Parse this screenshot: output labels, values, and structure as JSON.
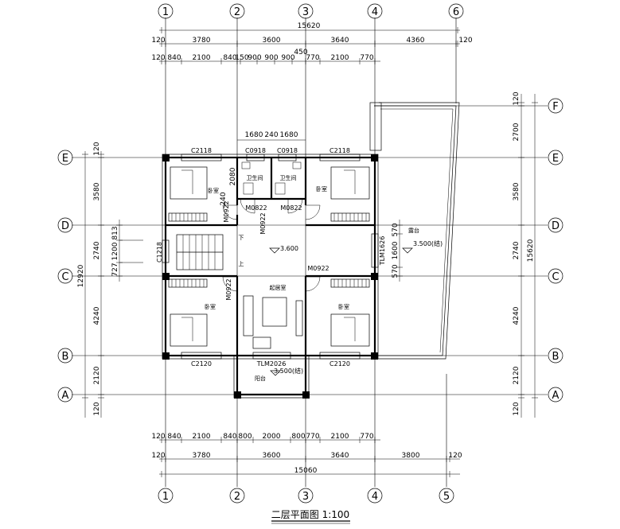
{
  "title": "二层平面图 1:100",
  "axes": {
    "top": [
      "1",
      "2",
      "3",
      "4",
      "6"
    ],
    "bottom": [
      "1",
      "2",
      "3",
      "4",
      "5"
    ],
    "left": [
      "E",
      "D",
      "C",
      "B",
      "A"
    ],
    "right": [
      "F",
      "E",
      "D",
      "C",
      "B",
      "A"
    ]
  },
  "top_dims": {
    "total": "15620",
    "row2": [
      "120",
      "3780",
      "3600",
      "3640",
      "4360",
      "120"
    ],
    "row3": [
      "120",
      "840",
      "2100",
      "840",
      "150",
      "900",
      "900",
      "900",
      "450",
      "770",
      "2100",
      "770"
    ]
  },
  "bottom_dims": {
    "total": "15060",
    "row1": [
      "120",
      "840",
      "2100",
      "840",
      "800",
      "2000",
      "800",
      "770",
      "2100",
      "770"
    ],
    "row2": [
      "120",
      "3780",
      "3600",
      "3640",
      "3800",
      "120"
    ]
  },
  "left_dims": {
    "row1": [
      "120",
      "3580",
      "2740",
      "4240",
      "2120",
      "120"
    ],
    "total": "12920",
    "detail": [
      "813",
      "1200",
      "727"
    ]
  },
  "right_dims": {
    "row1": [
      "120",
      "2700",
      "3580",
      "2740",
      "4240",
      "2120",
      "120"
    ],
    "total": "15620",
    "detail": [
      "570",
      "1600",
      "570"
    ]
  },
  "inner_dims": [
    "1680",
    "240",
    "1680",
    "2080",
    "240"
  ],
  "windows": [
    "C2118",
    "C2118",
    "C0918",
    "C0918",
    "C1218",
    "C2120",
    "C2120"
  ],
  "doors": [
    "M0822",
    "M0822",
    "M0922",
    "M0922",
    "M0922",
    "TLM1626",
    "TLM2026"
  ],
  "rooms": {
    "bedroom_nw": "卧室",
    "bath_w": "卫生间",
    "bath_e": "卫生间",
    "bedroom_ne": "卧室",
    "bedroom_sw": "卧室",
    "living": "起居室",
    "bedroom_se": "卧室",
    "terrace": "露台",
    "balcony": "阳台"
  },
  "stairs": {
    "down": "下",
    "up": "上"
  },
  "levels": {
    "floor": "3.600",
    "terrace": "3.500(结)",
    "balcony": "3.500(结)"
  }
}
